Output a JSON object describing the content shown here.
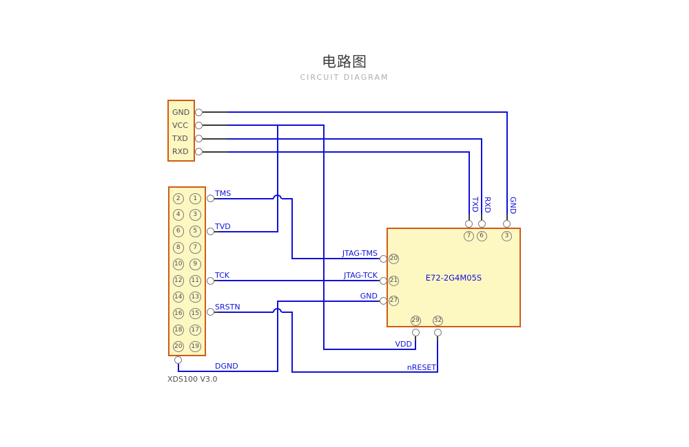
{
  "title": "电路图",
  "subtitle": "CIRCUIT DIAGRAM",
  "colors": {
    "wire": "#1010D8",
    "label": "#1010D8",
    "boxfill": "#FDF7C2",
    "boxborder": "#D05A15",
    "text": "#4D4D4D",
    "stub": "#383838",
    "ring": "#7A7A7A",
    "subtitle": "#ACACAC",
    "title": "#3C3C3C"
  },
  "serial_header": {
    "pins": [
      "GND",
      "VCC",
      "TXD",
      "RXD"
    ]
  },
  "jtag_header": {
    "caption": "XDS100 V3.0",
    "left_pins": [
      "2",
      "4",
      "6",
      "8",
      "10",
      "12",
      "14",
      "16",
      "18",
      "20"
    ],
    "right_pins": [
      "1",
      "3",
      "5",
      "7",
      "9",
      "11",
      "13",
      "15",
      "17",
      "19"
    ],
    "nets": {
      "tms": "TMS",
      "tvd": "TVD",
      "tck": "TCK",
      "srstn": "SRSTN",
      "dgnd": "DGND"
    }
  },
  "module": {
    "name": "E72-2G4M05S",
    "top_pins": [
      "7",
      "6",
      "3"
    ],
    "left_pins": [
      "20",
      "21",
      "27"
    ],
    "bottom_pins": [
      "29",
      "32"
    ],
    "nets": {
      "jtag_tms": "JTAG-TMS",
      "jtag_tck": "JTAG-TCK",
      "gnd": "GND",
      "vdd": "VDD",
      "nreset": "nRESET",
      "txd": "TXD",
      "rxd": "RXD",
      "gnd_top": "GND"
    }
  }
}
